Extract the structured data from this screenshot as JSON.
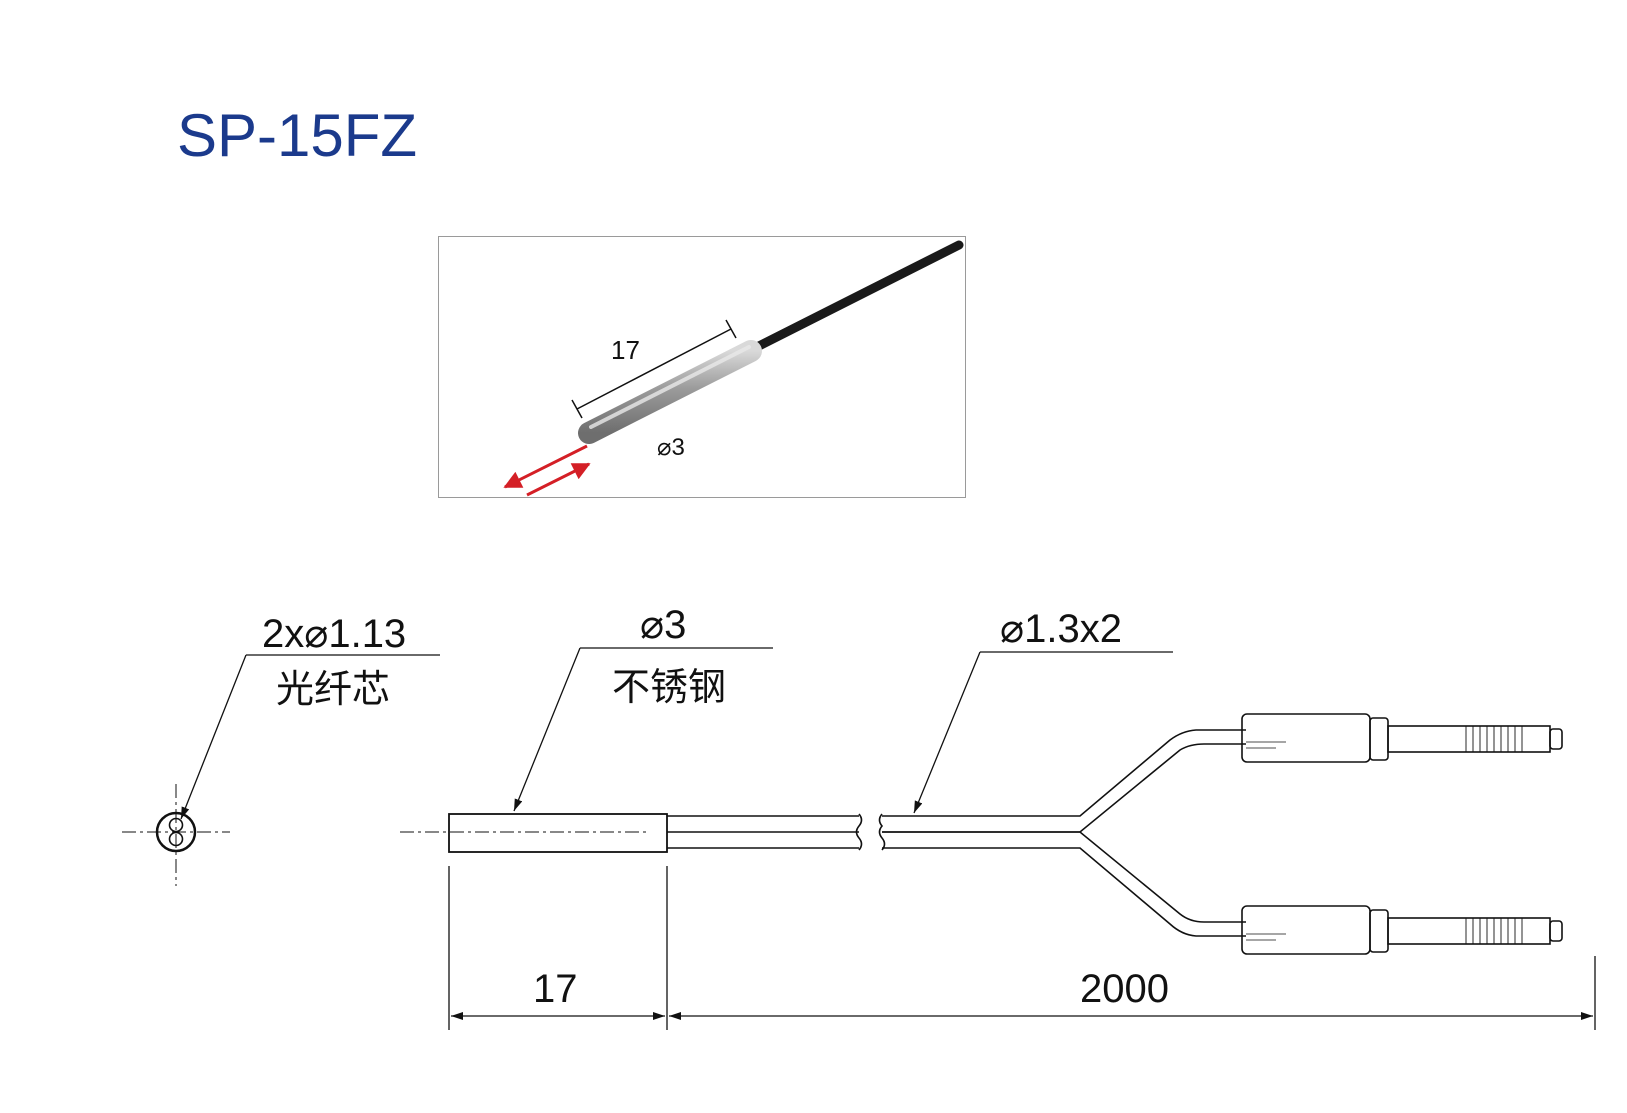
{
  "title": "SP-15FZ",
  "photo": {
    "length_label": "17",
    "diameter_label": "⌀3"
  },
  "drawing": {
    "core_callout": {
      "top": "2x⌀1.13",
      "bottom": "光纤芯"
    },
    "tip_callout": {
      "top": "⌀3",
      "bottom": "不锈钢"
    },
    "cable_callout": {
      "top": "⌀1.3x2"
    },
    "dim_tip_length": "17",
    "dim_cable_length": "2000"
  },
  "colors": {
    "title": "#1b3a8c",
    "light_arrow": "#d41f26"
  }
}
